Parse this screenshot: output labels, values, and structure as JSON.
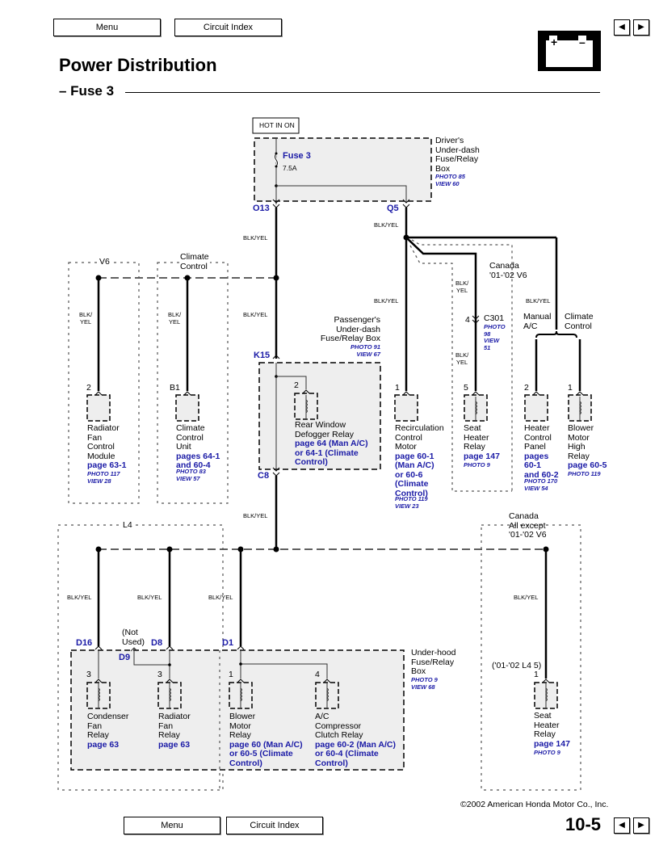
{
  "nav": {
    "menu_label": "Menu",
    "circuit_index_label": "Circuit Index",
    "prev_icon": "◀",
    "next_icon": "▶"
  },
  "header": {
    "title": "Power Distribution",
    "subtitle": "– Fuse 3",
    "battery_plus": "+",
    "battery_minus": "–"
  },
  "diagram": {
    "hot_label": "HOT IN ON",
    "fuse_name": "Fuse 3",
    "fuse_rating": "7.5A",
    "drivers_box": {
      "label": [
        "Driver's",
        "Under-dash",
        "Fuse/Relay",
        "Box"
      ],
      "photo": "PHOTO 85",
      "view": "VIEW 60"
    },
    "connectors": {
      "o13": "O13",
      "q5": "Q5",
      "k15": "K15",
      "c8": "C8",
      "d16": "D16",
      "d8": "D8",
      "d9": "D9",
      "d1": "D1",
      "c301": "C301"
    },
    "wire_color": "BLK/YEL",
    "wire_color_split": [
      "BLK/",
      "YEL"
    ],
    "options": {
      "v6": "V6",
      "climate_control": [
        "Climate",
        "Control"
      ],
      "canada_v6": [
        "Canada",
        "'01-'02 V6"
      ],
      "manual_ac": [
        "Manual",
        "A/C"
      ],
      "climate_control_2": [
        "Climate",
        "Control"
      ],
      "l4": "L4",
      "canada_except": [
        "Canada",
        "All except",
        "'01-'02 V6"
      ],
      "not_used": [
        "(Not",
        "Used)"
      ],
      "l4_pin_note": "('01-'02 L4 5)"
    },
    "passengers_box": {
      "label": [
        "Passenger's",
        "Under-dash",
        "Fuse/Relay Box"
      ],
      "photo": "PHOTO 91",
      "view": "VIEW 67"
    },
    "underhood_box": {
      "label": [
        "Under-hood",
        "Fuse/Relay",
        "Box"
      ],
      "photo": "PHOTO 9",
      "view": "VIEW 68"
    },
    "components": [
      {
        "pin": "2",
        "name": [
          "Radiator",
          "Fan",
          "Control",
          "Module"
        ],
        "page": [
          "page 63-1"
        ],
        "photo": [
          "PHOTO 117",
          "VIEW 28"
        ]
      },
      {
        "pin": "B1",
        "name": [
          "Climate",
          "Control",
          "Unit"
        ],
        "page": [
          "pages 64-1",
          "and 60-4"
        ],
        "photo": [
          "PHOTO 83",
          "VIEW 57"
        ]
      },
      {
        "pin": "2",
        "name": [
          "Rear Window",
          "Defogger Relay"
        ],
        "page": [
          "page 64 (Man A/C)",
          "or 64-1 (Climate",
          "Control)"
        ],
        "photo": []
      },
      {
        "pin": "1",
        "name": [
          "Recirculation",
          "Control",
          "Motor"
        ],
        "page": [
          "page 60-1",
          "(Man A/C)",
          "or 60-6",
          "(Climate",
          "Control)"
        ],
        "photo": [
          "PHOTO 119",
          "VIEW 23"
        ]
      },
      {
        "pin": "5",
        "name": [
          "Seat",
          "Heater",
          "Relay"
        ],
        "page": [
          "page 147"
        ],
        "photo": [
          "PHOTO 9"
        ]
      },
      {
        "pin": "2",
        "name": [
          "Heater",
          "Control",
          "Panel"
        ],
        "page": [
          "pages",
          "60-1",
          "and 60-2"
        ],
        "photo": [
          "PHOTO 170",
          "VIEW 54"
        ]
      },
      {
        "pin": "1",
        "name": [
          "Blower",
          "Motor",
          "High",
          "Relay"
        ],
        "page": [
          "page 60-5"
        ],
        "photo": [
          "PHOTO 119"
        ]
      },
      {
        "pin": "3",
        "name": [
          "Condenser",
          "Fan",
          "Relay"
        ],
        "page": [
          "page 63"
        ],
        "photo": []
      },
      {
        "pin": "3",
        "name": [
          "Radiator",
          "Fan",
          "Relay"
        ],
        "page": [
          "page 63"
        ],
        "photo": []
      },
      {
        "pin": "1",
        "name": [
          "Blower",
          "Motor",
          "Relay"
        ],
        "page": [
          "page 60 (Man A/C)",
          "or 60-5 (Climate",
          "Control)"
        ],
        "photo": []
      },
      {
        "pin": "4",
        "name": [
          "A/C",
          "Compressor",
          "Clutch Relay"
        ],
        "page": [
          "page 60-2 (Man A/C)",
          "or 60-4 (Climate",
          "Control)"
        ],
        "photo": []
      },
      {
        "pin": "1",
        "name": [
          "Seat",
          "Heater",
          "Relay"
        ],
        "page": [
          "page 147"
        ],
        "photo": [
          "PHOTO 9"
        ]
      }
    ],
    "c301_pin": "4",
    "c301_photo": [
      "PHOTO",
      "98",
      "VIEW",
      "51"
    ]
  },
  "footer": {
    "copyright": "©2002 American Honda Motor Co., Inc.",
    "page_number": "10-5"
  }
}
